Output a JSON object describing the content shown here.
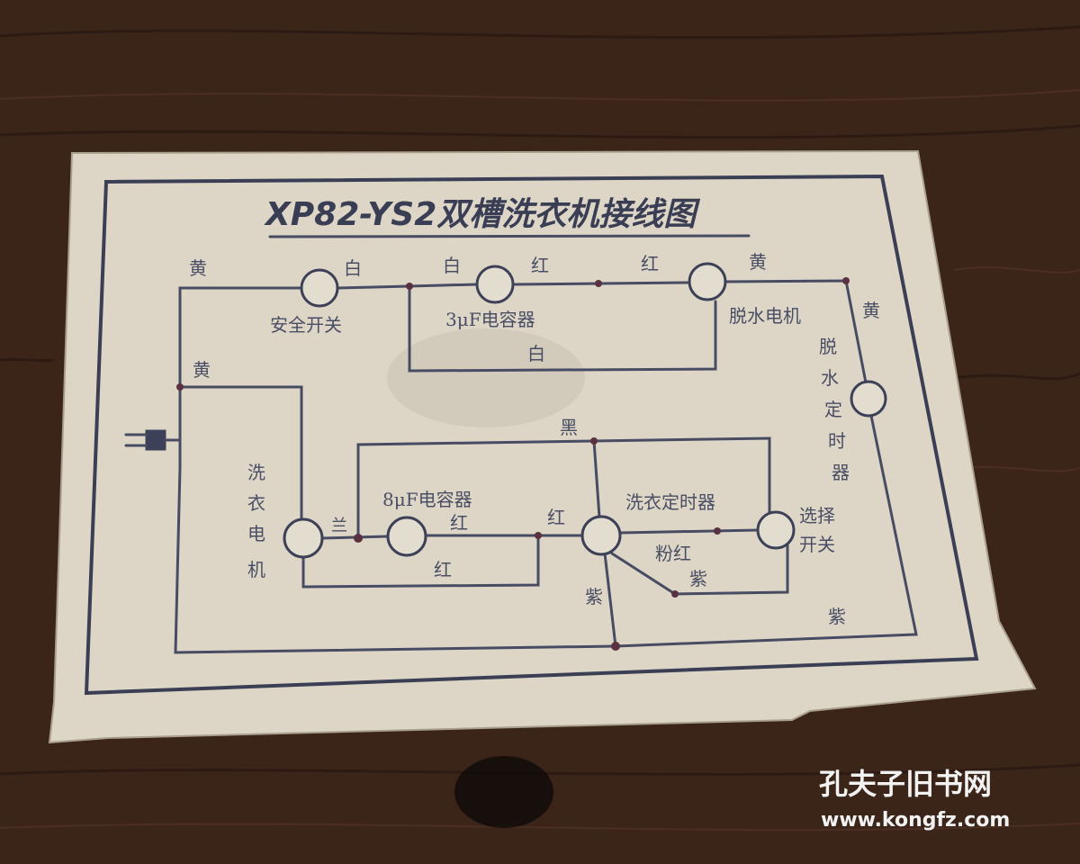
{
  "diagram": {
    "title": "XP82-YS2双槽洗衣机接线图",
    "components": {
      "safety_switch": "安全开关",
      "capacitor_3uf": "3μF电容器",
      "spin_motor": "脱水电机",
      "spin_timer": [
        "脱",
        "水",
        "定",
        "时",
        "器"
      ],
      "wash_motor": [
        "洗",
        "衣",
        "电",
        "机"
      ],
      "capacitor_8uf": "8μF电容器",
      "wash_timer": "洗衣定时器",
      "select_switch": [
        "选择",
        "开关"
      ]
    },
    "wire_colors": {
      "yellow": "黄",
      "white": "白",
      "red": "红",
      "blue": "兰",
      "black": "黑",
      "powder_red": "粉红",
      "purple": "紫"
    }
  },
  "watermark": {
    "name": "孔夫子旧书网",
    "url": "www.kongfz.com"
  }
}
